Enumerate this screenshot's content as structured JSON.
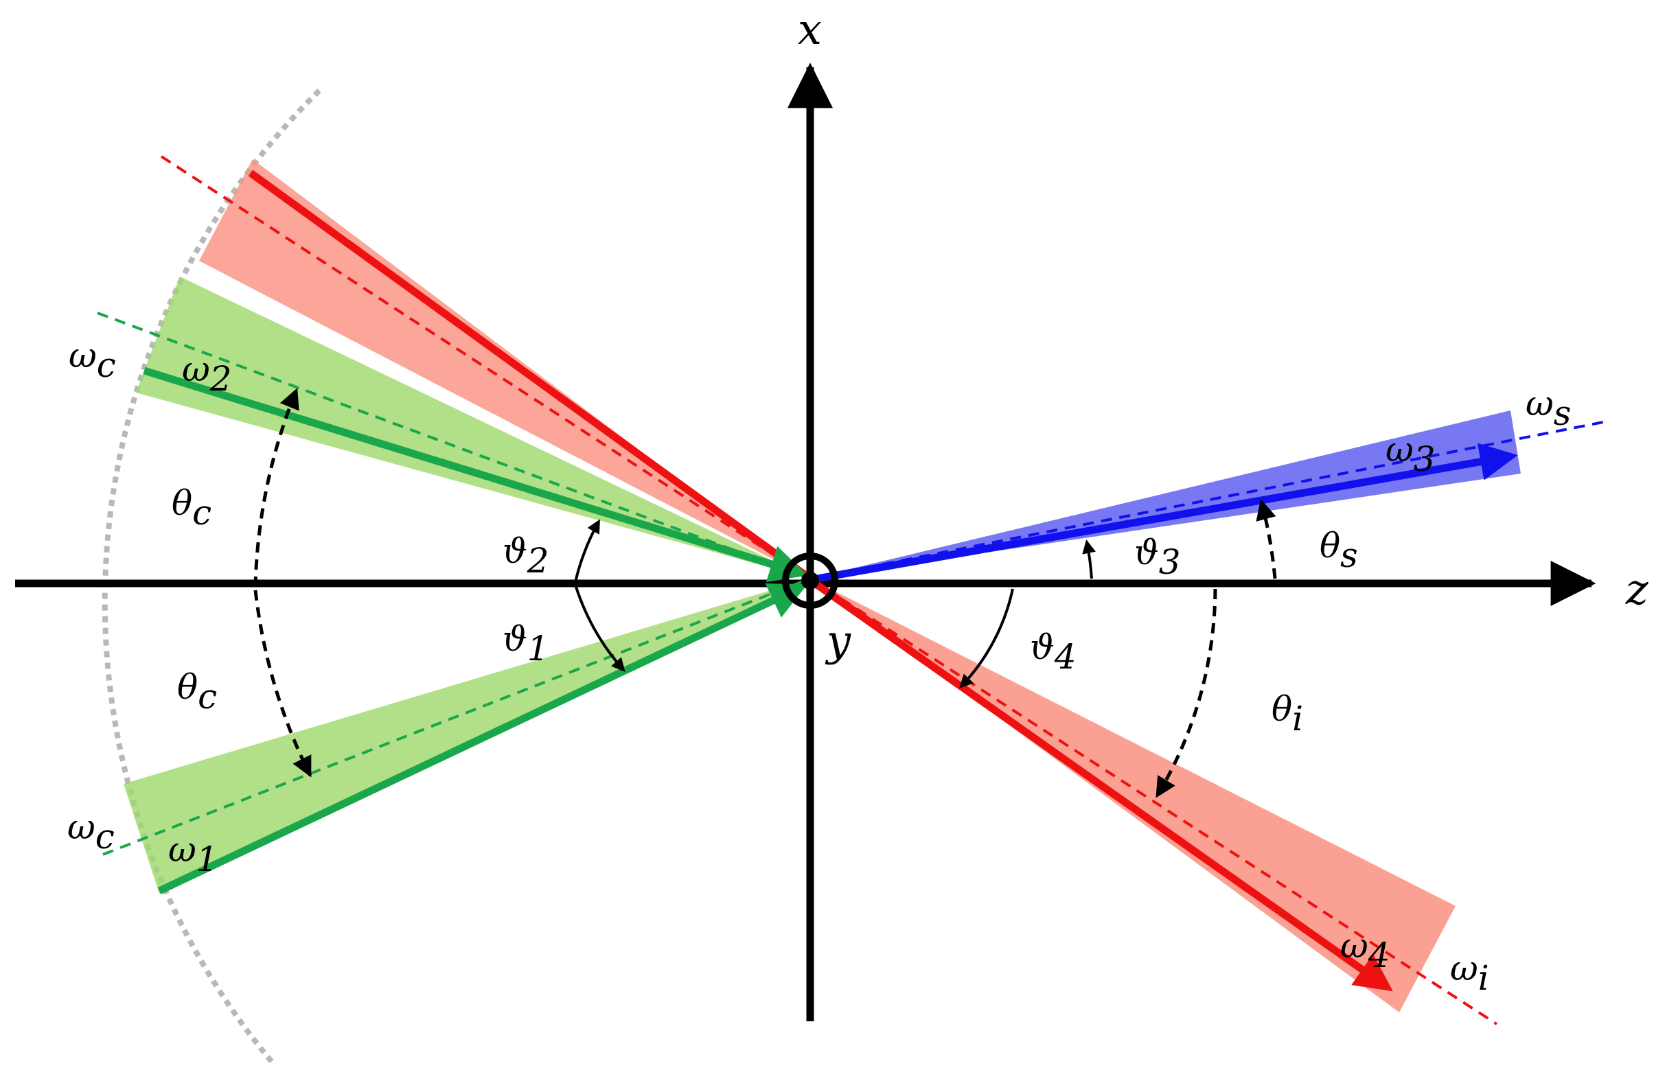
{
  "axes": {
    "x_label": "x",
    "z_label": "z",
    "y_label": "y"
  },
  "angles": {
    "theta_c_upper": {
      "base": "θ",
      "sub": "c"
    },
    "theta_c_lower": {
      "base": "θ",
      "sub": "c"
    },
    "vartheta_1": {
      "base": "ϑ",
      "sub": "1"
    },
    "vartheta_2": {
      "base": "ϑ",
      "sub": "2"
    },
    "vartheta_3": {
      "base": "ϑ",
      "sub": "3"
    },
    "vartheta_4": {
      "base": "ϑ",
      "sub": "4"
    },
    "theta_s": {
      "base": "θ",
      "sub": "s"
    },
    "theta_i": {
      "base": "θ",
      "sub": "i"
    }
  },
  "beams": {
    "omega_1": {
      "base": "ω",
      "sub": "1"
    },
    "omega_2": {
      "base": "ω",
      "sub": "2"
    },
    "omega_3": {
      "base": "ω",
      "sub": "3"
    },
    "omega_4": {
      "base": "ω",
      "sub": "4"
    },
    "omega_c_upper": {
      "base": "ω",
      "sub": "c"
    },
    "omega_c_lower": {
      "base": "ω",
      "sub": "c"
    },
    "omega_s": {
      "base": "ω",
      "sub": "s"
    },
    "omega_i": {
      "base": "ω",
      "sub": "i"
    }
  },
  "colors": {
    "pump_green": "#1aa64a",
    "pump_green_fill": "#9fd86a",
    "red_beam": "#ee1111",
    "red_fill": "#fa9080",
    "blue_beam": "#1111ee",
    "blue_fill": "#6060f0",
    "cone_gray": "#b8b8b8"
  }
}
